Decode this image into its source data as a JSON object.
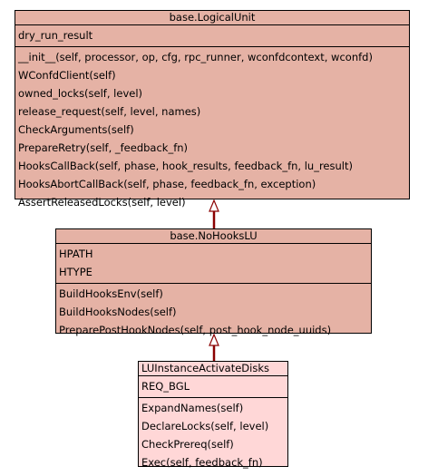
{
  "diagram": {
    "classes": [
      {
        "id": "logicalunit",
        "name": "base.LogicalUnit",
        "attributes": [
          "dry_run_result"
        ],
        "methods": [
          "__init__(self, processor, op, cfg, rpc_runner, wconfdcontext, wconfd)",
          "WConfdClient(self)",
          "owned_locks(self, level)",
          "release_request(self, level, names)",
          "CheckArguments(self)",
          "PrepareRetry(self, _feedback_fn)",
          "HooksCallBack(self, phase, hook_results, feedback_fn, lu_result)",
          "HooksAbortCallBack(self, phase, feedback_fn, exception)",
          "AssertReleasedLocks(self, level)"
        ]
      },
      {
        "id": "nohookslu",
        "name": "base.NoHooksLU",
        "attributes": [
          "HPATH",
          "HTYPE"
        ],
        "methods": [
          "BuildHooksEnv(self)",
          "BuildHooksNodes(self)",
          "PreparePostHookNodes(self, post_hook_node_uuids)"
        ]
      },
      {
        "id": "luinstanceactivatedisks",
        "name": "LUInstanceActivateDisks",
        "attributes": [
          "REQ_BGL"
        ],
        "methods": [
          "ExpandNames(self)",
          "DeclareLocks(self, level)",
          "CheckPrereq(self)",
          "Exec(self, feedback_fn)"
        ]
      }
    ],
    "relations": [
      {
        "from": "nohookslu",
        "to": "logicalunit",
        "type": "inheritance"
      },
      {
        "from": "luinstanceactivatedisks",
        "to": "nohookslu",
        "type": "inheritance"
      }
    ],
    "colors": {
      "base_class_fill": "#e5b2a5",
      "leaf_class_fill": "#ffd7d7",
      "inheritance_line": "#8b0000"
    }
  }
}
